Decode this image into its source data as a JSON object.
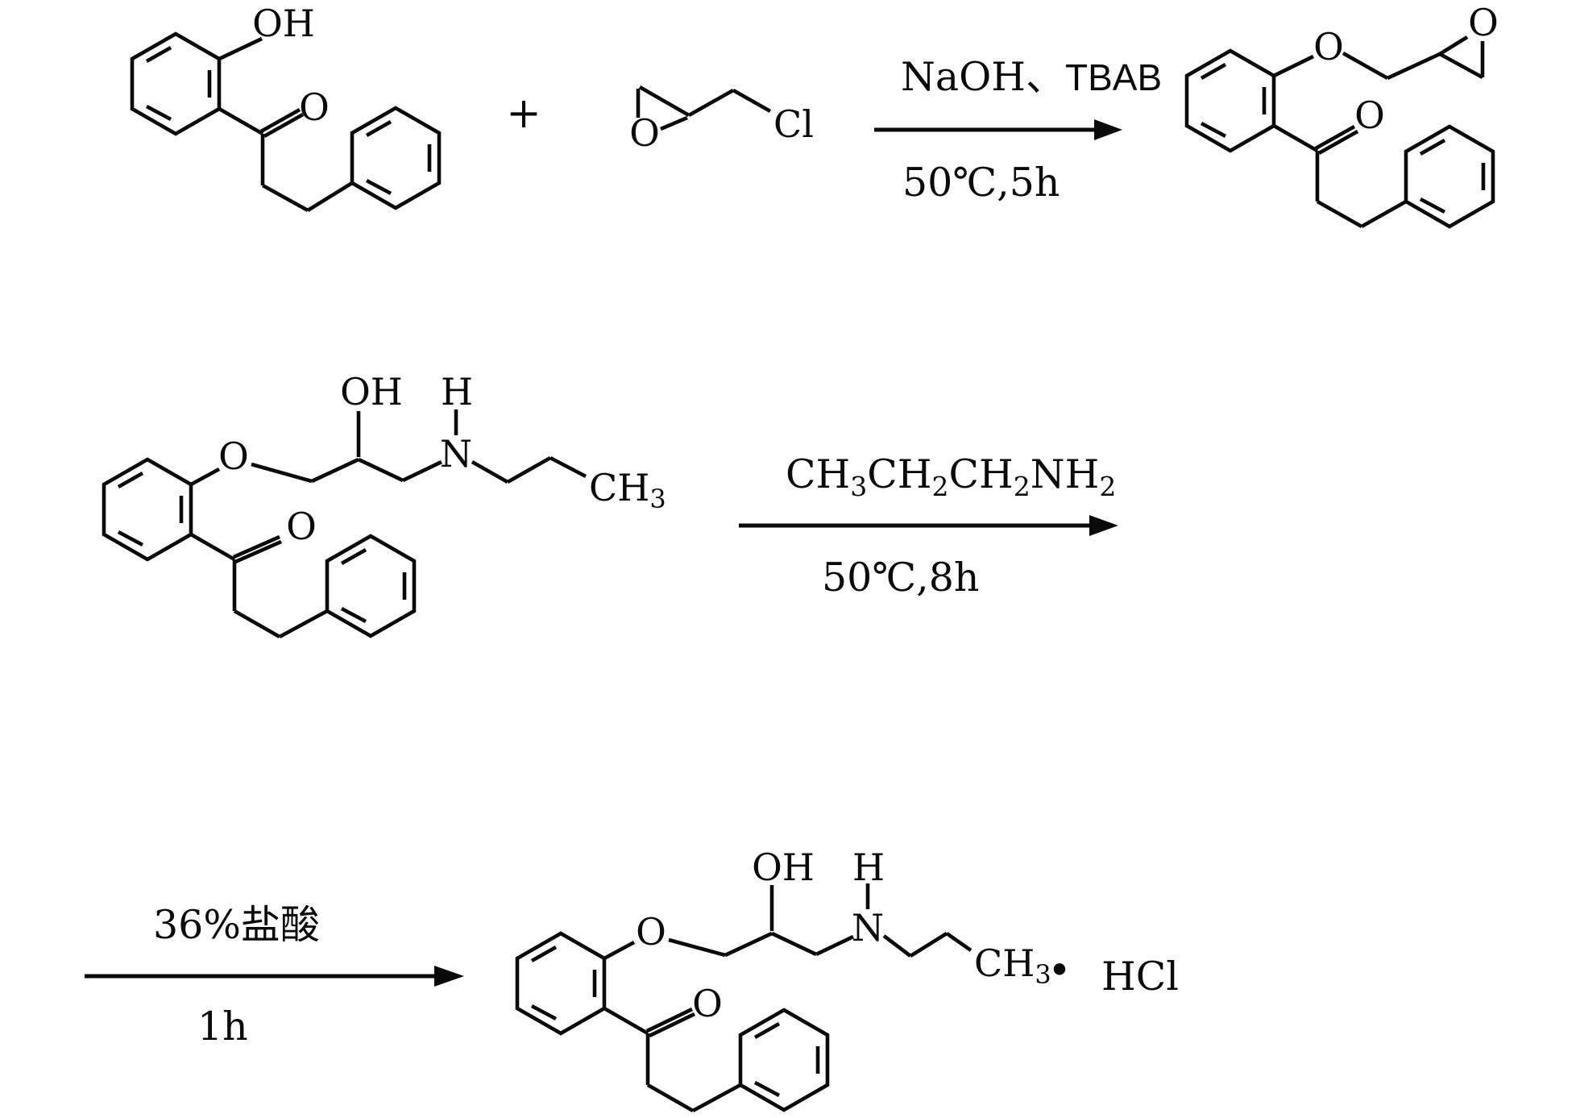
{
  "colors": {
    "background": "#ffffff",
    "ink": "#0a0a0a"
  },
  "step1": {
    "reactant_phenol_ketone": {
      "hydroxyl": "OH",
      "carbonyl_o": "O"
    },
    "plus": "+",
    "reactant_epichlorohydrin": {
      "epoxide_o": "O",
      "chloro": "Cl"
    },
    "conditions": {
      "reagents_serif": "NaOH、",
      "reagents_sans": "TBAB",
      "temperature_time": "50℃,5h"
    },
    "product_glycidyl_ether": {
      "ether_o": "O",
      "epoxide_o": "O",
      "carbonyl_o": "O"
    }
  },
  "step2": {
    "intermediate": {
      "ether_o": "O",
      "hydroxyl": "OH",
      "nh_h": "H",
      "nitrogen": "N",
      "methyl": "CH",
      "methyl_sub": "3",
      "carbonyl_o": "O"
    },
    "conditions": {
      "reagent_parts": [
        "CH",
        "3",
        "CH",
        "2",
        "CH",
        "2",
        "NH",
        "2"
      ],
      "temperature_time": "50℃,8h"
    }
  },
  "step3": {
    "conditions": {
      "reagent": "36%盐酸",
      "time": "1h"
    },
    "product": {
      "ether_o": "O",
      "hydroxyl": "OH",
      "nh_h": "H",
      "nitrogen": "N",
      "methyl": "CH",
      "methyl_sub": "3",
      "carbonyl_o": "O"
    },
    "salt_dot": "•",
    "salt": "HCl"
  }
}
